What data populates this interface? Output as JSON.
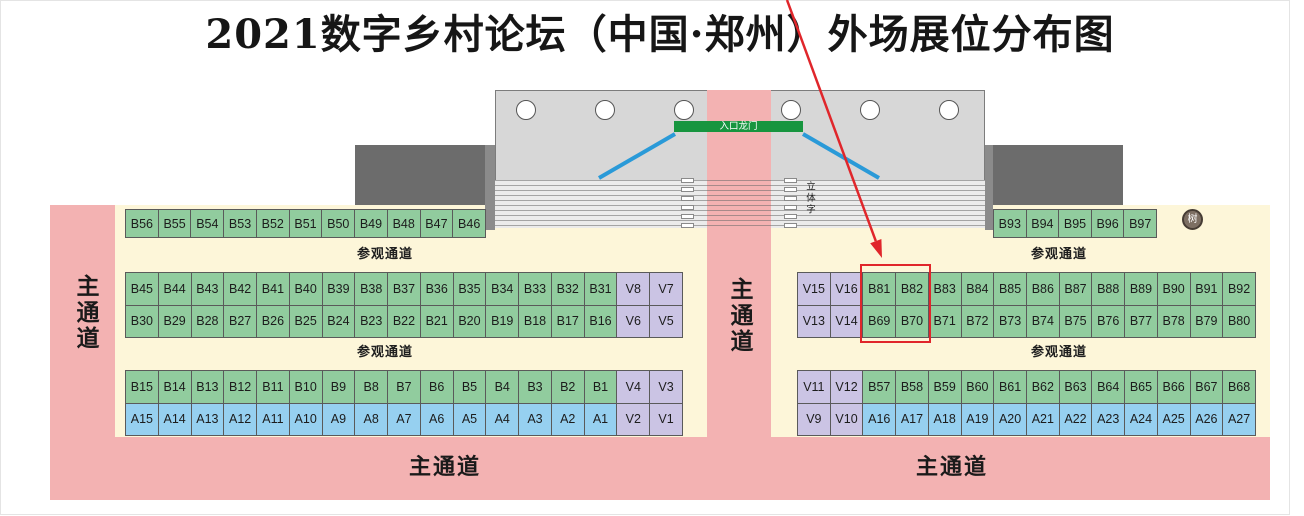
{
  "title": "2021数字乡村论坛（中国·郑州）外场展位分布图",
  "labels": {
    "main_channel": "主通道",
    "visitor_channel": "参观通道",
    "entrance_gate": "入口龙门",
    "sculpture": "立体字",
    "tree": "树"
  },
  "booths": {
    "left_top": [
      "B56",
      "B55",
      "B54",
      "B53",
      "B52",
      "B51",
      "B50",
      "B49",
      "B48",
      "B47",
      "B46"
    ],
    "left_rows": [
      [
        "B45",
        "B44",
        "B43",
        "B42",
        "B41",
        "B40",
        "B39",
        "B38",
        "B37",
        "B36",
        "B35",
        "B34",
        "B33",
        "B32",
        "B31",
        "V8",
        "V7"
      ],
      [
        "B30",
        "B29",
        "B28",
        "B27",
        "B26",
        "B25",
        "B24",
        "B23",
        "B22",
        "B21",
        "B20",
        "B19",
        "B18",
        "B17",
        "B16",
        "V6",
        "V5"
      ],
      [
        "B15",
        "B14",
        "B13",
        "B12",
        "B11",
        "B10",
        "B9",
        "B8",
        "B7",
        "B6",
        "B5",
        "B4",
        "B3",
        "B2",
        "B1",
        "V4",
        "V3"
      ],
      [
        "A15",
        "A14",
        "A13",
        "A12",
        "A11",
        "A10",
        "A9",
        "A8",
        "A7",
        "A6",
        "A5",
        "A4",
        "A3",
        "A2",
        "A1",
        "V2",
        "V1"
      ]
    ],
    "right_top": [
      "B93",
      "B94",
      "B95",
      "B96",
      "B97"
    ],
    "right_rows": [
      [
        "V15",
        "V16",
        "B81",
        "B82",
        "B83",
        "B84",
        "B85",
        "B86",
        "B87",
        "B88",
        "B89",
        "B90",
        "B91",
        "B92"
      ],
      [
        "V13",
        "V14",
        "B69",
        "B70",
        "B71",
        "B72",
        "B73",
        "B74",
        "B75",
        "B76",
        "B77",
        "B78",
        "B79",
        "B80"
      ],
      [
        "V11",
        "V12",
        "B57",
        "B58",
        "B59",
        "B60",
        "B61",
        "B62",
        "B63",
        "B64",
        "B65",
        "B66",
        "B67",
        "B68"
      ],
      [
        "V9",
        "V10",
        "A16",
        "A17",
        "A18",
        "A19",
        "A20",
        "A21",
        "A22",
        "A23",
        "A24",
        "A25",
        "A26",
        "A27"
      ]
    ]
  },
  "colors": {
    "main_channel": "#f3b2b2",
    "exhibit_area": "#fdf6d9",
    "booth_b": "#91cc9e",
    "booth_a": "#96d0f0",
    "booth_v": "#cbc4e4",
    "highlight": "#e0262b",
    "pointer_arrow": "#e0262b",
    "entrance_gate": "#17953f",
    "stage": "#d7d7d7",
    "stage_side": "#6c6c6c",
    "ramp_line": "#2a9ad8"
  }
}
